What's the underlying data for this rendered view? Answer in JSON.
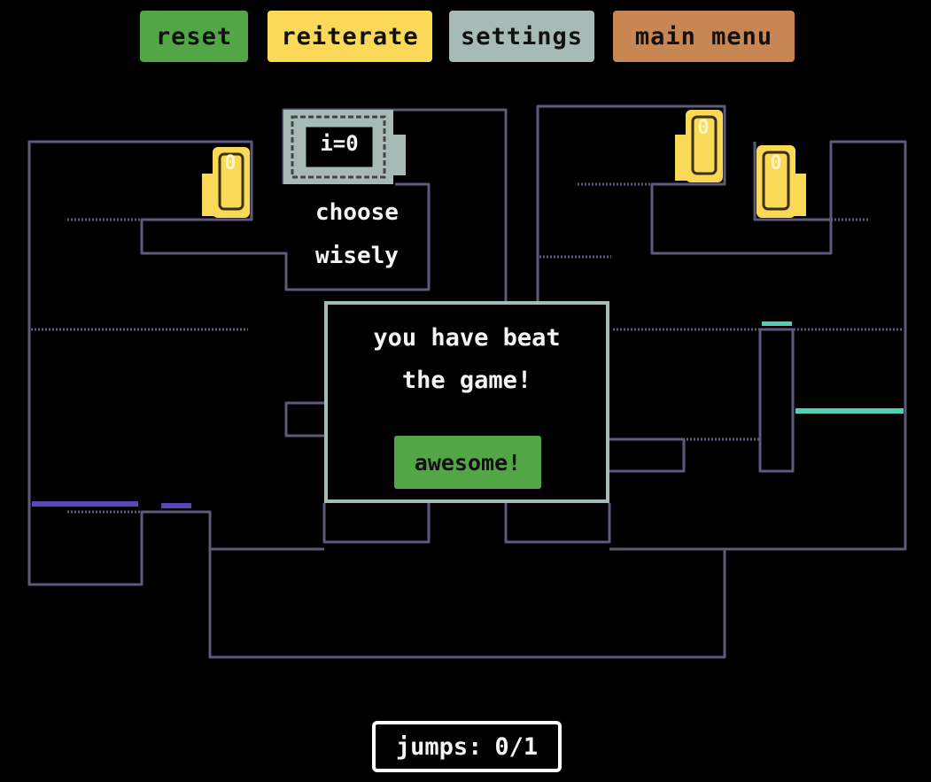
{
  "toolbar": {
    "reset": "reset",
    "reiterate": "reiterate",
    "settings": "settings",
    "main_menu": "main menu"
  },
  "colors": {
    "reset": "#52a646",
    "reiterate": "#f9d957",
    "settings": "#a8bab5",
    "main_menu": "#c98655",
    "walls": "#5d5a7c",
    "coin": "#f9d957",
    "cyan_platform": "#4fd1b1",
    "purple_platform": "#5b46b5"
  },
  "level": {
    "iterator_sign": "i=0",
    "hint_line1": "choose",
    "hint_line2": "wisely",
    "coins": [
      {
        "label": "0"
      },
      {
        "label": "0"
      },
      {
        "label": "0"
      }
    ]
  },
  "dialog": {
    "line1": "you have beat",
    "line2": "the game!",
    "button": "awesome!"
  },
  "hud": {
    "jumps_label": "jumps:",
    "jumps_value": "0/1"
  }
}
